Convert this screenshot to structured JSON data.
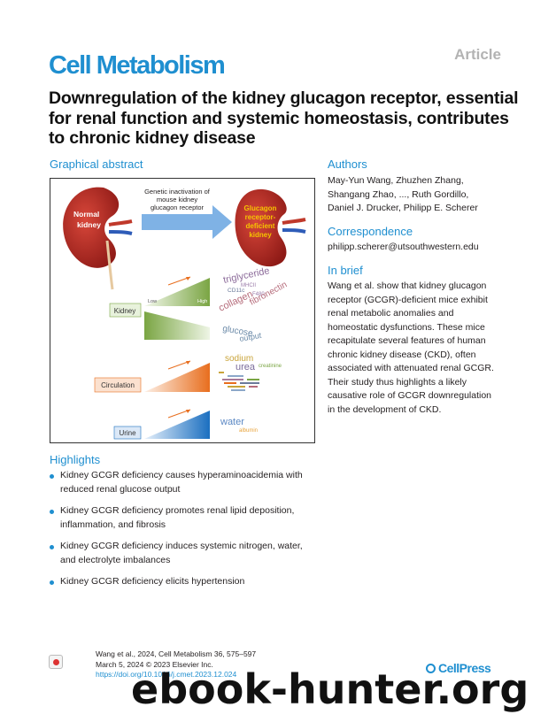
{
  "header": {
    "article_type": "Article",
    "journal": "Cell Metabolism",
    "title": "Downregulation of the kidney glucagon receptor, essential for renal function and systemic homeostasis, contributes to chronic kidney disease"
  },
  "graphical_abstract": {
    "heading": "Graphical abstract",
    "normal_kidney_label_1": "Normal",
    "normal_kidney_label_2": "kidney",
    "arrow_text_1": "Genetic inactivation of",
    "arrow_text_2": "mouse kidney",
    "arrow_text_3": "glucagon receptor",
    "deficient_label_1": "Glucagon",
    "deficient_label_2": "receptor-",
    "deficient_label_3": "deficient",
    "deficient_label_4": "kidney",
    "kidney_box": "Kidney",
    "circulation_box": "Circulation",
    "urine_box": "Urine",
    "low_label": "Low",
    "high_label": "High",
    "words": {
      "triglyceride": "triglyceride",
      "cd11c": "CD11c",
      "mhcii": "MHCII",
      "f480": "F480",
      "collagen": "collagen",
      "fibronectin": "fibronectin",
      "glucose": "glucose",
      "output": "output",
      "sodium": "sodium",
      "urea": "urea",
      "creatinine": "creatinine",
      "water": "water",
      "albumin": "albumin"
    },
    "colors": {
      "kidney": "#a8231f",
      "green": "#7aa543",
      "orange": "#e86e1e",
      "blue": "#1b6fc0",
      "arrow": "#5b9bd5"
    }
  },
  "authors": {
    "heading": "Authors",
    "line1": "May-Yun Wang, Zhuzhen Zhang,",
    "line2": "Shangang Zhao, ..., Ruth Gordillo,",
    "line3": "Daniel J. Drucker, Philipp E. Scherer"
  },
  "correspondence": {
    "heading": "Correspondence",
    "email": "philipp.scherer@utsouthwestern.edu"
  },
  "in_brief": {
    "heading": "In brief",
    "lines": [
      "Wang et al. show that kidney glucagon",
      "receptor (GCGR)-deficient mice exhibit",
      "renal metabolic anomalies and",
      "homeostatic dysfunctions. These mice",
      "recapitulate several features of human",
      "chronic kidney disease (CKD), often",
      "associated with attenuated renal GCGR.",
      "Their study thus highlights a likely",
      "causative role of GCGR downregulation",
      "in the development of CKD."
    ]
  },
  "highlights": {
    "heading": "Highlights",
    "items": [
      {
        "line1": "Kidney GCGR deficiency causes hyperaminoacidemia with",
        "line2": "reduced renal glucose output"
      },
      {
        "line1": "Kidney GCGR deficiency promotes renal lipid deposition,",
        "line2": "inflammation, and fibrosis"
      },
      {
        "line1": "Kidney GCGR deficiency induces systemic nitrogen, water,",
        "line2": "and electrolyte imbalances"
      },
      {
        "line1": "Kidney GCGR deficiency elicits hypertension",
        "line2": ""
      }
    ]
  },
  "citation": {
    "line1": "Wang et al., 2024, Cell Metabolism 36, 575–597",
    "line2": "March 5, 2024 © 2023 Elsevier Inc.",
    "doi": "https://doi.org/10.1016/j.cmet.2023.12.024"
  },
  "publisher": "CellPress",
  "watermark": "ebook-hunter.org"
}
